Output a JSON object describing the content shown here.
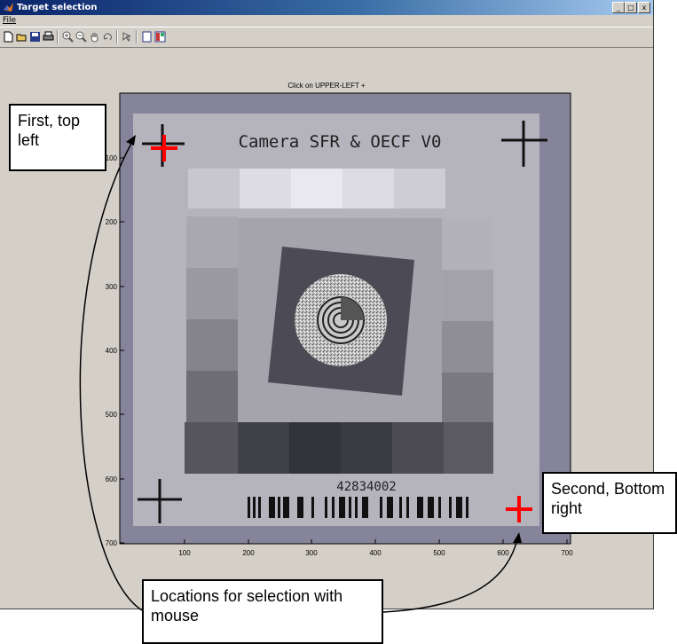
{
  "window": {
    "title": "Target selection",
    "controls": [
      "_",
      "□",
      "x"
    ]
  },
  "menu": {
    "file": "File"
  },
  "toolbar": {
    "icons": [
      "new-figure-icon",
      "open-file-icon",
      "save-icon",
      "print-icon",
      "zoom-in-icon",
      "zoom-out-icon",
      "pan-icon",
      "rotate-icon",
      "data-cursor-icon",
      "hide-plot-tools-icon",
      "show-plot-tools-icon"
    ]
  },
  "figure": {
    "title": "Click on UPPER-LEFT +",
    "x_ticks": [
      "100",
      "200",
      "300",
      "400",
      "500",
      "600",
      "700"
    ],
    "y_ticks": [
      "100",
      "200",
      "300",
      "400",
      "500",
      "600",
      "700"
    ]
  },
  "target": {
    "header": "Camera SFR & OECF V0",
    "serial": "42834002"
  },
  "callouts": {
    "first": "First, top left",
    "second": "Second, Bottom right",
    "locations": "Locations for selection with mouse"
  },
  "colors": {
    "titlebar": "#0a246a",
    "marker": "#ff0000",
    "axes_bg": "#86849a",
    "window": "#d4d0c8"
  }
}
